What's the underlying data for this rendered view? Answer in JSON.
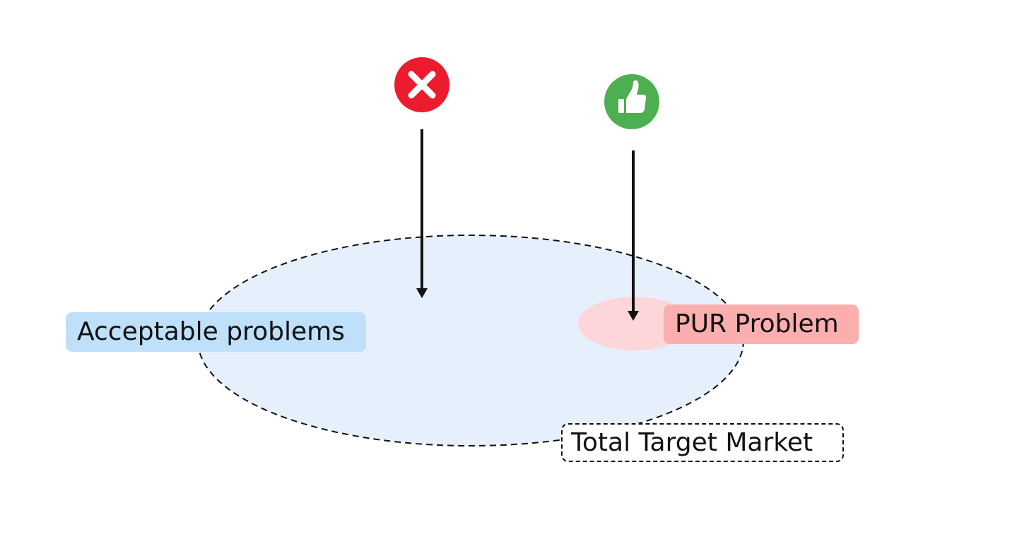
{
  "diagram": {
    "labels": {
      "acceptable_problems": "Acceptable problems",
      "pur_problem": "PUR Problem",
      "total_target_market": "Total Target Market"
    },
    "icons": {
      "reject": "x-mark-icon",
      "approve": "thumbs-up-icon"
    },
    "colors": {
      "market_fill": "#E6F0FD",
      "pur_fill": "#FDD6DA",
      "acceptable_label_bg": "#BFE0FB",
      "pur_label_bg": "#FBAEAE",
      "reject_icon": "#EC1C2E",
      "approve_icon": "#4CAF50",
      "stroke": "#111111"
    }
  }
}
